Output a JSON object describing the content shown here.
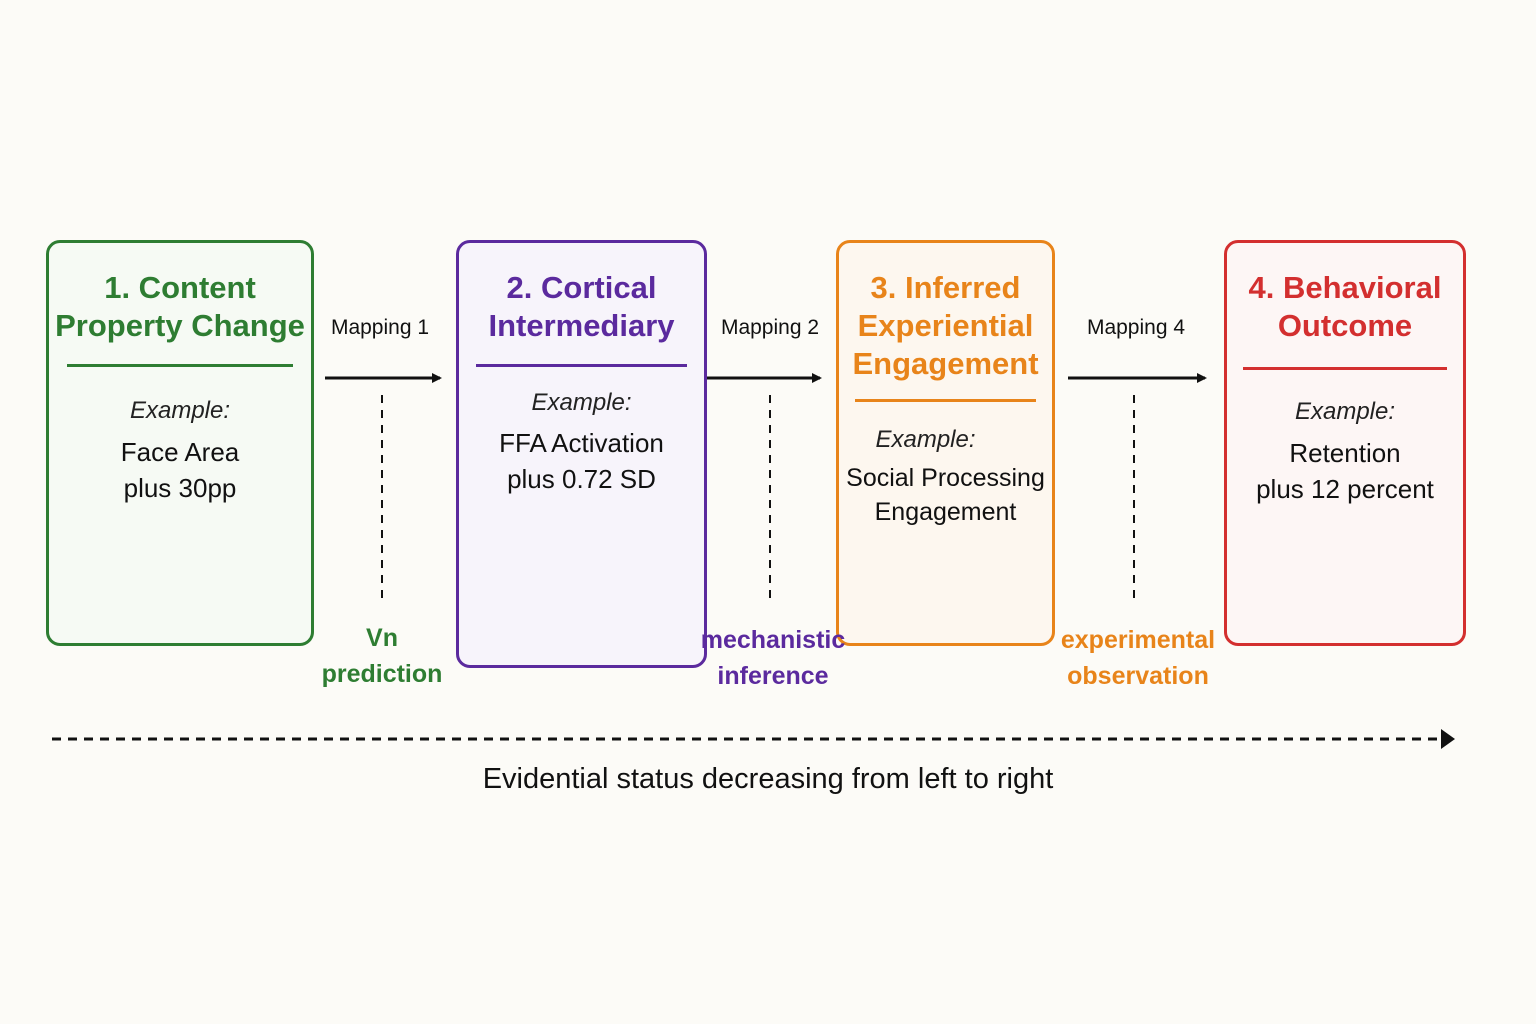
{
  "colors": {
    "green": "#2e7d32",
    "purple": "#5b2a9e",
    "orange": "#e8841a",
    "red": "#d32f2f",
    "ink": "#111111",
    "background": "#fcfbf7"
  },
  "stages": [
    {
      "title_line1": "1. Content",
      "title_line2": "Property Change",
      "example_label": "Example:",
      "value_line1": "Face Area",
      "value_line2": "plus 30pp"
    },
    {
      "title_line1": "2. Cortical",
      "title_line2": "Intermediary",
      "example_label": "Example:",
      "value_line1": "FFA Activation",
      "value_line2": "plus 0.72 SD",
      "illustration_icon": "brain-icon"
    },
    {
      "title_line1": "3. Inferred",
      "title_line2": "Experiential",
      "title_line3": "Engagement",
      "example_label": "Example:",
      "value_line1": "Social Processing",
      "value_line2": "Engagement"
    },
    {
      "title_line1": "4. Behavioral",
      "title_line2": "Outcome",
      "example_label": "Example:",
      "value_line1": "Retention",
      "value_line2": "plus 12 percent"
    }
  ],
  "mappings": [
    {
      "label": "Mapping 1",
      "note_line1": "Vn",
      "note_line2": "prediction"
    },
    {
      "label": "Mapping 2",
      "note_line1": "mechanistic",
      "note_line2": "inference"
    },
    {
      "label": "Mapping 4",
      "note_line1": "experimental",
      "note_line2": "observation"
    }
  ],
  "bottom_caption": "Evidential status decreasing from left to right"
}
